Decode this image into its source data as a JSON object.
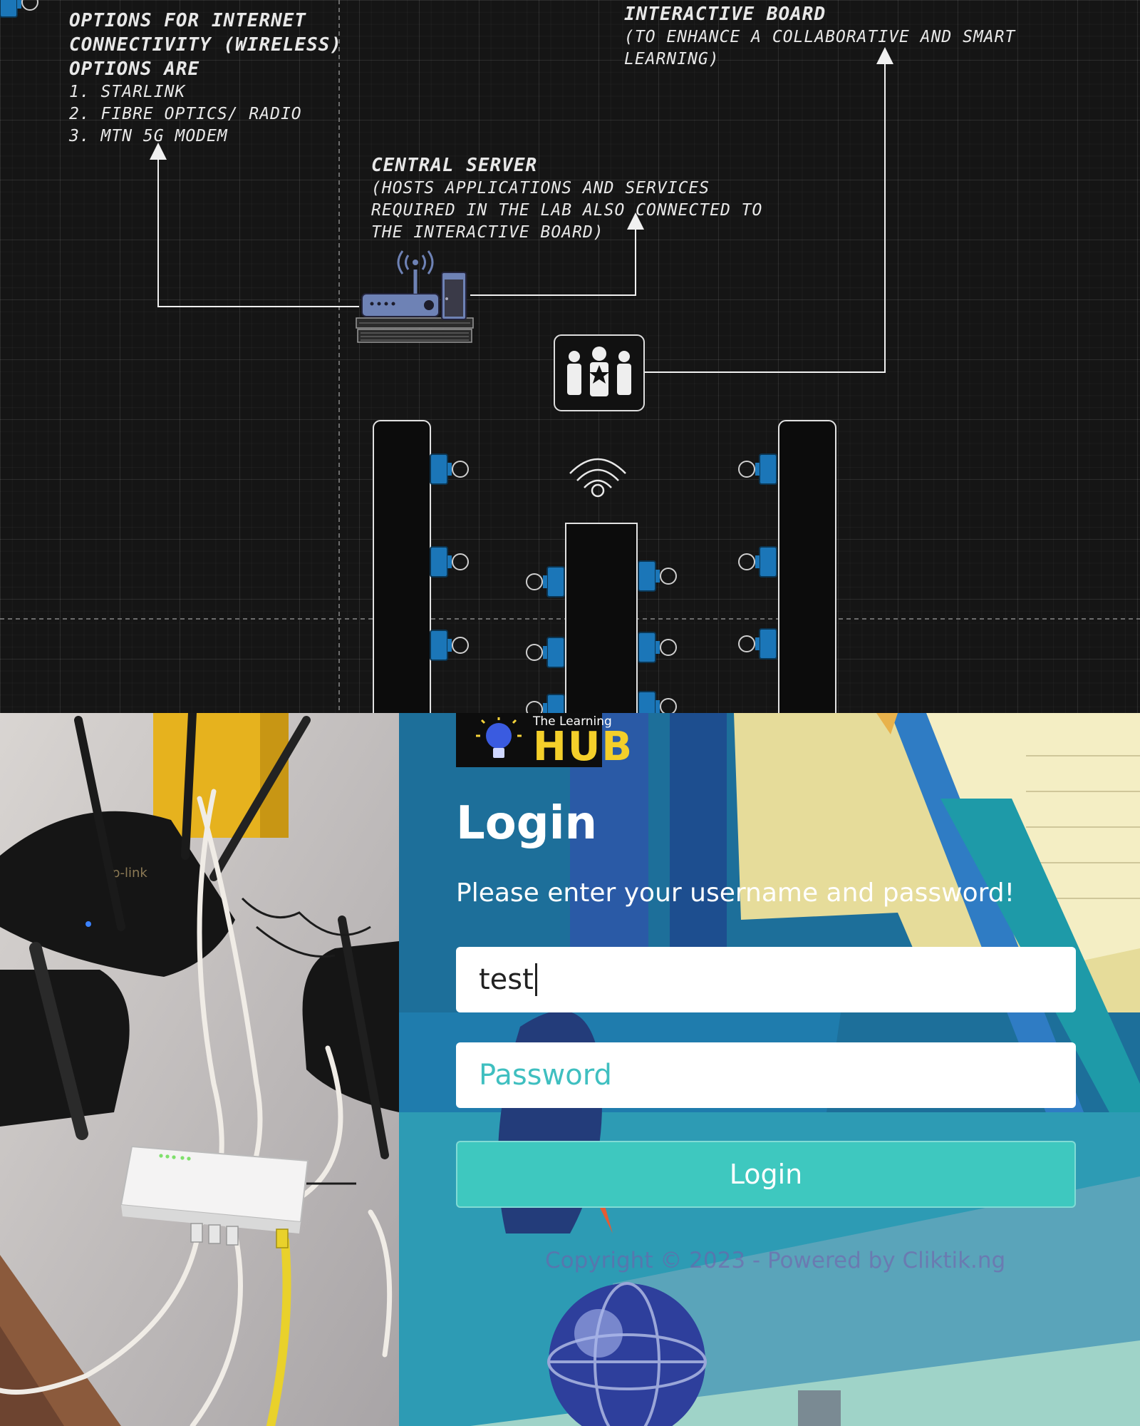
{
  "diagram": {
    "internet": {
      "heading": [
        "OPTIONS FOR INTERNET",
        "CONNECTIVITY (WIRELESS)",
        "OPTIONS ARE"
      ],
      "items": [
        "1. STARLINK",
        "2. FIBRE OPTICS/ RADIO",
        "3. MTN 5G MODEM"
      ]
    },
    "interactive_board": {
      "heading": "INTERACTIVE BOARD",
      "lines": [
        "(TO ENHANCE A COLLABORATIVE AND SMART",
        "LEARNING)"
      ]
    },
    "central_server": {
      "heading": "CENTRAL SERVER",
      "lines": [
        "(HOSTS APPLICATIONS AND SERVICES",
        "REQUIRED IN THE LAB ALSO CONNECTED TO",
        "THE INTERACTIVE BOARD)"
      ]
    },
    "icons": [
      "wireless-router-icon",
      "server-tower-icon",
      "rack-switch-icon",
      "group-team-icon",
      "wifi-icon",
      "workstation-desk-icon"
    ]
  },
  "photo": {
    "subject": "network routers and switch on a desk",
    "router_brand_text": "tp-link"
  },
  "login": {
    "logo_small": "The Learning",
    "logo_main": "HUB",
    "title": "Login",
    "subtitle": "Please enter your username and password!",
    "username_value": "test",
    "password_placeholder": "Password",
    "button_label": "Login",
    "copyright": "Copyright © 2023 - Powered by Cliktik.ng"
  }
}
